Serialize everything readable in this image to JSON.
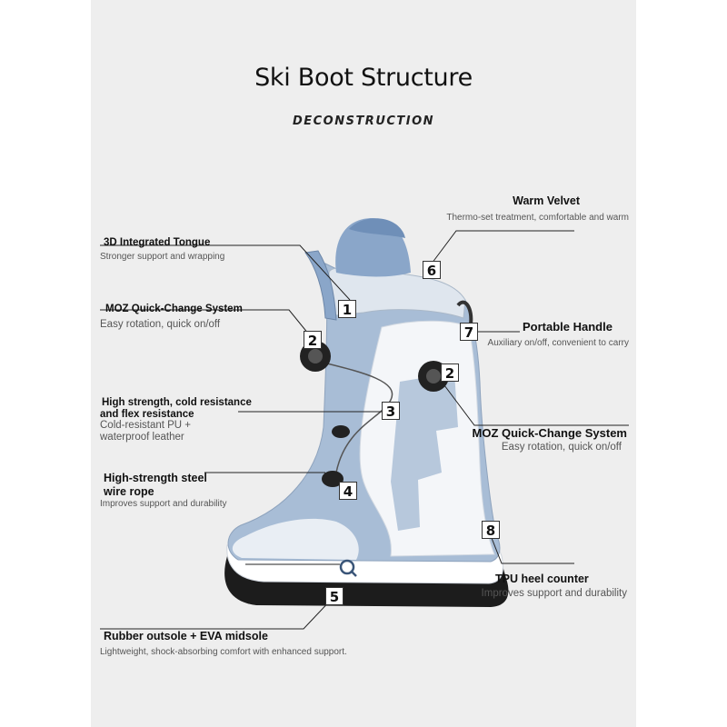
{
  "title": "Ski Boot Structure",
  "subtitle": "DECONSTRUCTION",
  "colors": {
    "background": "#eeeeee",
    "boot_blue": "#a8bdd6",
    "boot_white": "#f4f6f9",
    "sole": "#1c1c1c",
    "leader": "#222222"
  },
  "icons": [
    "boa-dial-icon",
    "brand-logo-icon"
  ],
  "features": [
    {
      "number": "1",
      "title": "3D Integrated Tongue",
      "description": "Stronger support and wrapping"
    },
    {
      "number": "2",
      "title": "MOZ Quick-Change System",
      "description": "Easy rotation, quick on/off"
    },
    {
      "number": "3",
      "title": "High strength, cold resistance and flex resistance",
      "title_line1": "High strength, cold resistance",
      "title_line2": "and flex resistance",
      "description_line1": "Cold-resistant PU +",
      "description_line2": "waterproof leather"
    },
    {
      "number": "4",
      "title_line1": "High-strength steel",
      "title_line2": "wire rope",
      "description": "Improves support and durability"
    },
    {
      "number": "5",
      "title": "Rubber outsole + EVA midsole",
      "description": "Lightweight, shock-absorbing comfort with enhanced support."
    },
    {
      "number": "6",
      "title": "Warm Velvet",
      "description": "Thermo-set treatment, comfortable and warm"
    },
    {
      "number": "7",
      "title": "Portable Handle",
      "description": "Auxiliary on/off, convenient to carry"
    },
    {
      "number": "2",
      "title": "MOZ Quick-Change System",
      "description": "Easy rotation, quick on/off"
    },
    {
      "number": "8",
      "title": "TPU heel counter",
      "description": "Improves support and durability"
    }
  ]
}
